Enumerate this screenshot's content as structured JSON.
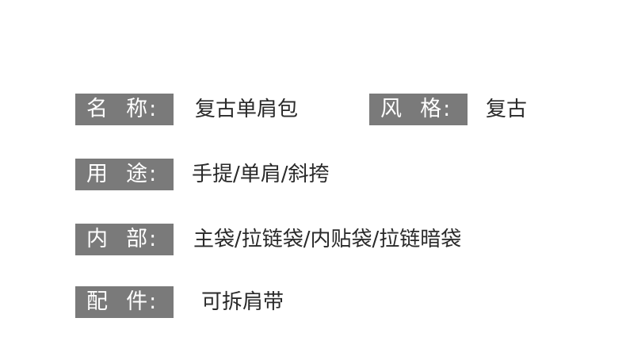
{
  "rows": [
    {
      "label": "名  称:",
      "value": "复古单肩包"
    },
    {
      "label": "风  格:",
      "value": "复古"
    },
    {
      "label": "用  途:",
      "value": "手提/单肩/斜挎"
    },
    {
      "label": "内  部:",
      "value": "主袋/拉链袋/内贴袋/拉链暗袋"
    },
    {
      "label": "配  件:",
      "value": "可拆肩带"
    }
  ],
  "colors": {
    "label_bg": "#7a7a7a",
    "label_text": "#ffffff",
    "value_text": "#2a2a2a",
    "background": "#ffffff"
  }
}
